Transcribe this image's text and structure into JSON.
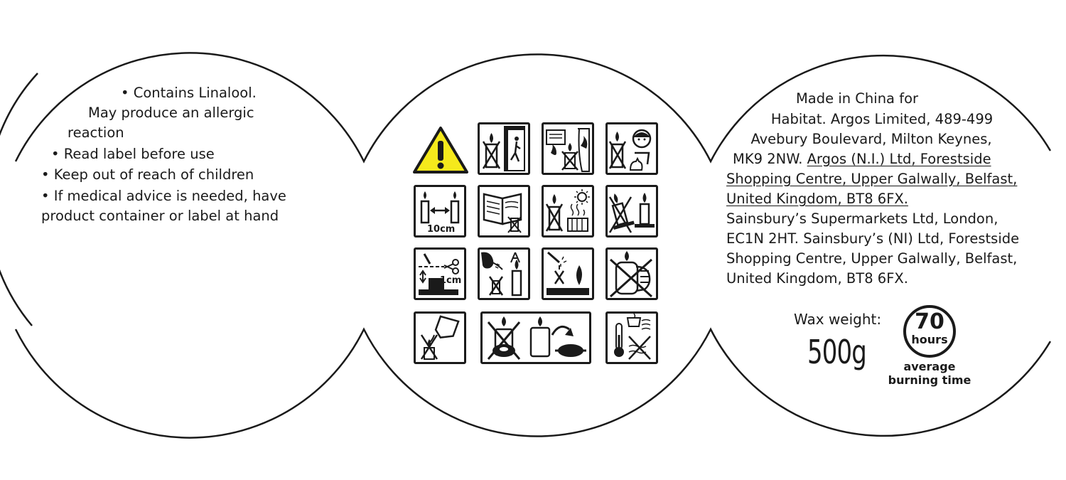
{
  "left_panel": {
    "lines": [
      "• Contains Linalool.",
      "May produce an allergic",
      "reaction",
      "• Read label before use",
      "• Keep out of reach of children",
      "• If medical advice is needed, have",
      "product container or label at hand"
    ]
  },
  "middle_panel": {
    "icons": [
      {
        "name": "warning-triangle-icon",
        "label": ""
      },
      {
        "name": "no-unattended-candle-icon",
        "label": ""
      },
      {
        "name": "no-flammable-objects-icon",
        "label": ""
      },
      {
        "name": "keep-away-children-pets-icon",
        "label": ""
      },
      {
        "name": "candle-spacing-icon",
        "label": "10cm"
      },
      {
        "name": "read-instructions-icon",
        "label": ""
      },
      {
        "name": "no-heat-sources-icon",
        "label": ""
      },
      {
        "name": "no-tilted-surface-icon",
        "label": ""
      },
      {
        "name": "trim-wick-icon",
        "label": "1cm"
      },
      {
        "name": "no-drafts-icon",
        "label": ""
      },
      {
        "name": "no-matches-in-wax-icon",
        "label": ""
      },
      {
        "name": "no-moving-lit-candle-icon",
        "label": ""
      },
      {
        "name": "no-water-extinguish-icon",
        "label": ""
      },
      {
        "name": "heat-resistant-surface-icon",
        "label": ""
      },
      {
        "name": "storage-temperature-icon",
        "label": ""
      }
    ]
  },
  "right_panel": {
    "address_lines": [
      {
        "text": "Made in China for",
        "underline": ""
      },
      {
        "text": "Habitat. Argos Limited, 489-499",
        "underline": ""
      },
      {
        "text": "Avebury Boulevard, Milton Keynes,",
        "underline": ""
      },
      {
        "text": "MK9 2NW. ",
        "underline": "Argos (N.I.) Ltd, Forestside"
      },
      {
        "text": "",
        "underline": "Shopping Centre, Upper Galwally, Belfast,"
      },
      {
        "text": "",
        "underline": "United Kingdom, BT8 6FX."
      },
      {
        "text": "Sainsbury’s Supermarkets Ltd, London,",
        "underline": ""
      },
      {
        "text": "EC1N 2HT. Sainsbury’s (NI) Ltd, Forestside",
        "underline": ""
      },
      {
        "text": "Shopping Centre, Upper Galwally, Belfast,",
        "underline": ""
      },
      {
        "text": "United Kingdom, BT8 6FX.",
        "underline": ""
      }
    ],
    "wax_weight_label": "Wax weight:",
    "wax_weight_value": "500g",
    "burn_hours_number": "70",
    "burn_hours_unit": "hours",
    "burn_caption_line1": "average",
    "burn_caption_line2": "burning time"
  },
  "colors": {
    "ink": "#1a1a1a",
    "warning_yellow": "#f5e91c",
    "background": "#ffffff"
  }
}
